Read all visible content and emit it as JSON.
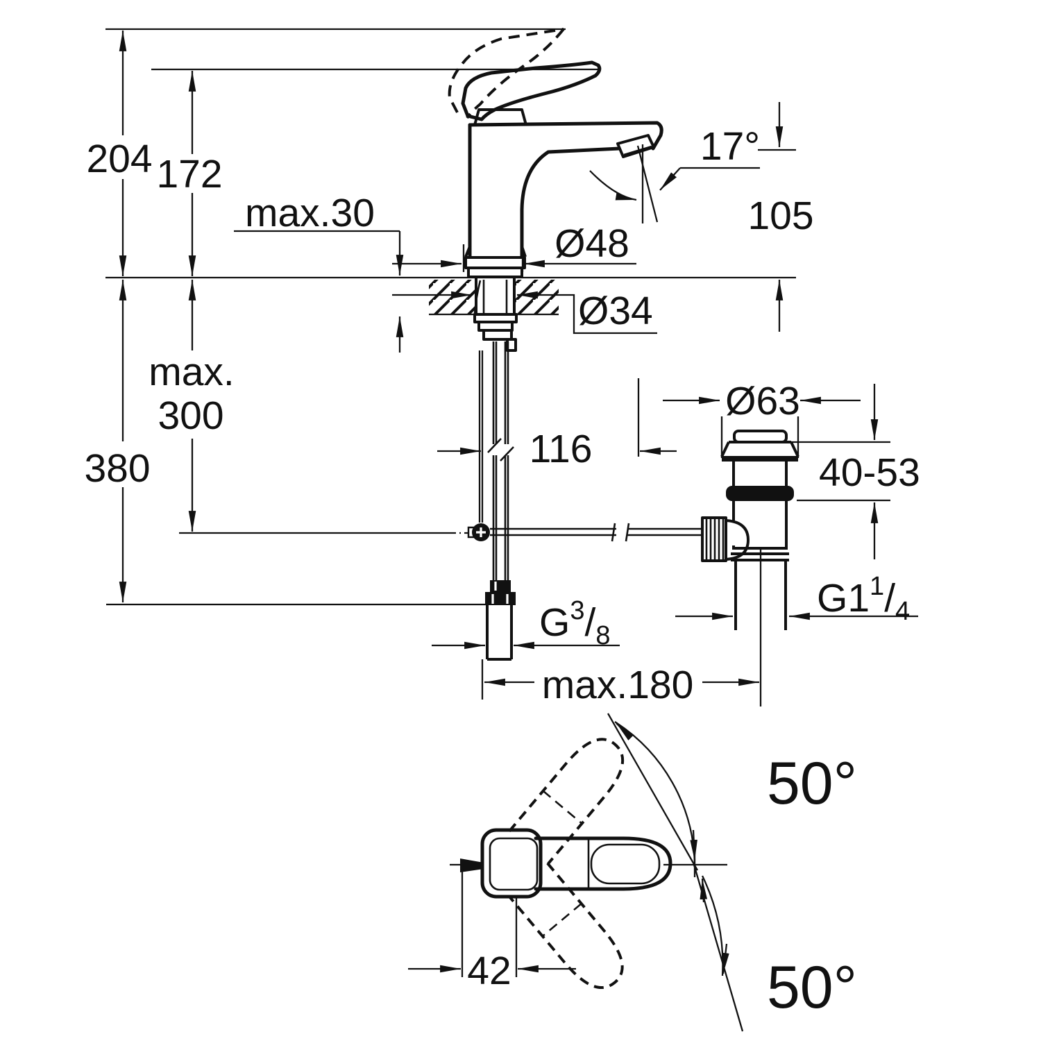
{
  "drawing": {
    "type": "technical-dimension-drawing",
    "subject": "single-lever basin mixer tap with pop-up waste; side elevation with mounting dimensions and handle top view with swivel angles",
    "units": "mm",
    "line_color": "#111111",
    "background": "#ffffff",
    "labels": {
      "dim_204": "204",
      "dim_172": "172",
      "max_30": "max.30",
      "dia_48": "Ø48",
      "angle_17": "17°",
      "dim_105": "105",
      "dia_34": "Ø34",
      "max_300_line1": "max.",
      "max_300_line2": "300",
      "dim_380": "380",
      "dim_116": "116",
      "dia_63": "Ø63",
      "range_40_53": "40-53",
      "thread_g114_base": "G1",
      "thread_g114_sup": "1",
      "thread_g114_slash": "/",
      "thread_g114_sub": "4",
      "thread_g38_base": "G",
      "thread_g38_sup": "3",
      "thread_g38_slash": "/",
      "thread_g38_sub": "8",
      "max_180": "max.180",
      "angle_50_top": "50°",
      "angle_50_bottom": "50°",
      "dim_42": "42"
    }
  }
}
